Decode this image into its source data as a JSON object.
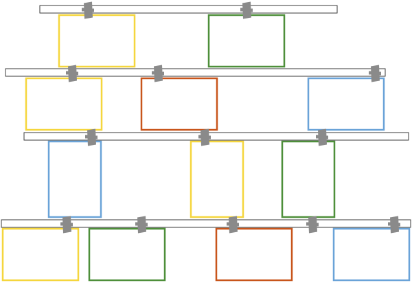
{
  "colors": {
    "background": "#ffffff",
    "rail_stroke": "#3a3a3a",
    "rail_fill": "#ffffff",
    "clip": "#8a8a8a",
    "yellow": "#f5d63d",
    "green": "#4e8f3a",
    "orange": "#c8551b",
    "blue": "#6aa3d8"
  },
  "rails": [
    {
      "name": "rail-1",
      "frames": [
        "yellow",
        "green"
      ]
    },
    {
      "name": "rail-2",
      "frames": [
        "yellow",
        "orange",
        "blue"
      ]
    },
    {
      "name": "rail-3",
      "frames": [
        "blue",
        "yellow",
        "green"
      ]
    },
    {
      "name": "rail-4",
      "frames": [
        "yellow",
        "green",
        "orange",
        "blue"
      ]
    }
  ],
  "clip_icon": "binder-clip-icon"
}
